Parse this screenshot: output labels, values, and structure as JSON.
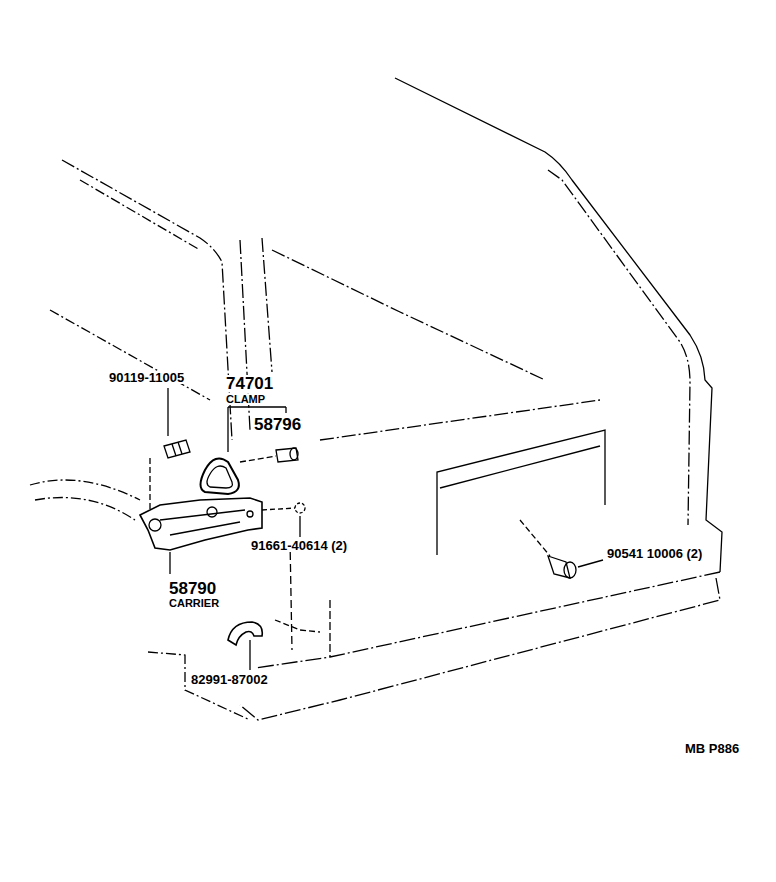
{
  "diagram": {
    "labels": [
      "90119-11005",
      "74701",
      "CLAMP",
      "58796",
      "91661-40614 (2)",
      "58790",
      "CARRIER",
      "82991-87002",
      "90541 10006 (2)",
      "MB P886"
    ]
  }
}
